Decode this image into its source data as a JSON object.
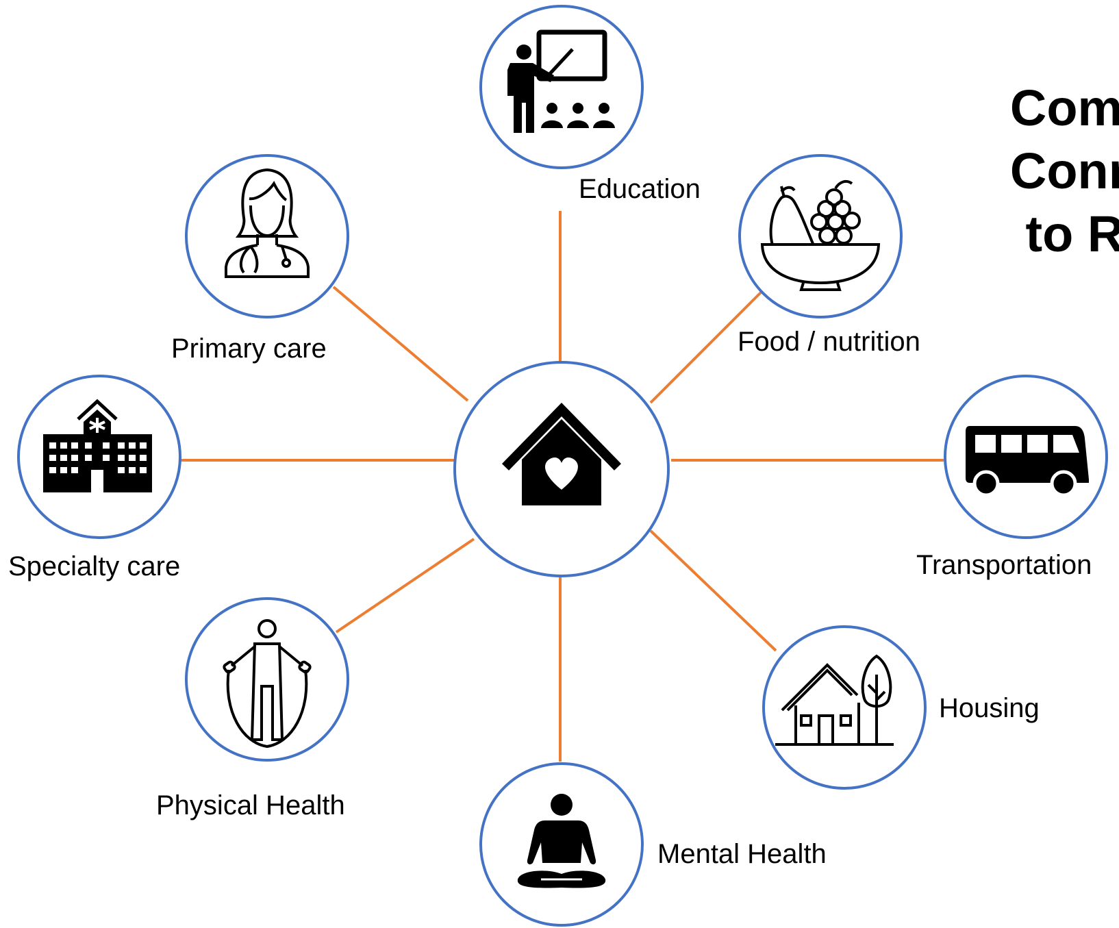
{
  "colors": {
    "connector": "#ED7D31",
    "ring": "#4472C4",
    "icon": "#000000",
    "background": "#FFFFFF"
  },
  "title": {
    "line1": "Comm",
    "line2": "Conne",
    "line3": "to Re"
  },
  "hub": {
    "icon": "house-heart-icon"
  },
  "nodes": {
    "education": {
      "label": "Education",
      "icon": "teacher-classroom-icon"
    },
    "food": {
      "label": "Food / nutrition",
      "icon": "fruit-bowl-icon"
    },
    "transportation": {
      "label": "Transportation",
      "icon": "bus-icon"
    },
    "housing": {
      "label": "Housing",
      "icon": "house-tree-icon"
    },
    "mental_health": {
      "label": "Mental Health",
      "icon": "meditation-icon"
    },
    "physical_health": {
      "label": "Physical Health",
      "icon": "jump-rope-icon"
    },
    "specialty_care": {
      "label": "Specialty care",
      "icon": "hospital-icon"
    },
    "primary_care": {
      "label": "Primary care",
      "icon": "doctor-icon"
    }
  }
}
